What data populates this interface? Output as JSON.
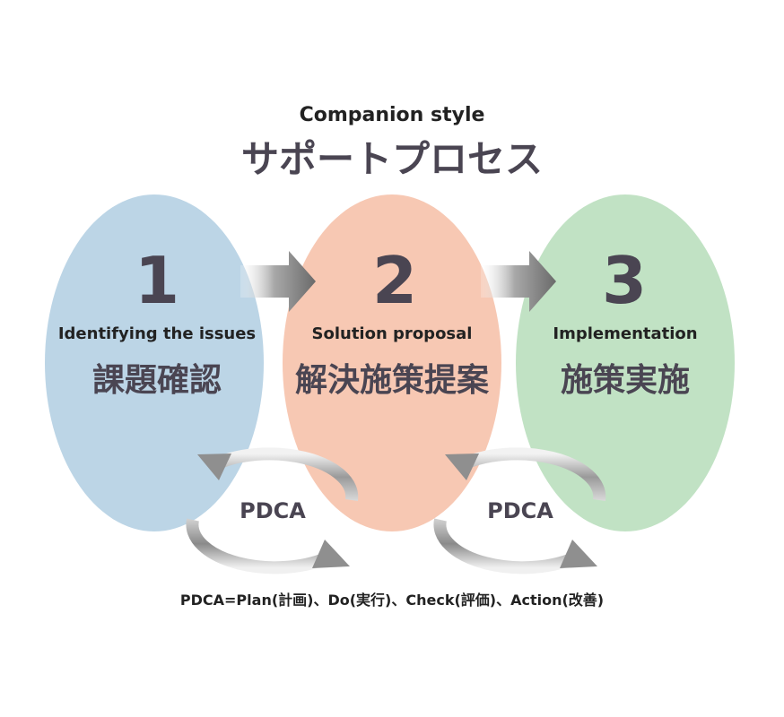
{
  "header": {
    "subtitle": "Companion style",
    "title": "サポートプロセス"
  },
  "steps": [
    {
      "number": "1",
      "label_en": "Identifying the issues",
      "label_jp": "課題確認",
      "color": "#bcd5e6"
    },
    {
      "number": "2",
      "label_en": "Solution proposal",
      "label_jp": "解決施策提案",
      "color": "#f6c3ad"
    },
    {
      "number": "3",
      "label_en": "Implementation",
      "label_jp": "施策実施",
      "color": "#bcdfbf"
    }
  ],
  "cycles": [
    {
      "label": "PDCA"
    },
    {
      "label": "PDCA"
    }
  ],
  "footnote": "PDCA=Plan(計画)、Do(実行)、Check(評価)、Action(改善)",
  "colors": {
    "text_dark": "#4a4552",
    "arrow": "#8c8c8c"
  }
}
